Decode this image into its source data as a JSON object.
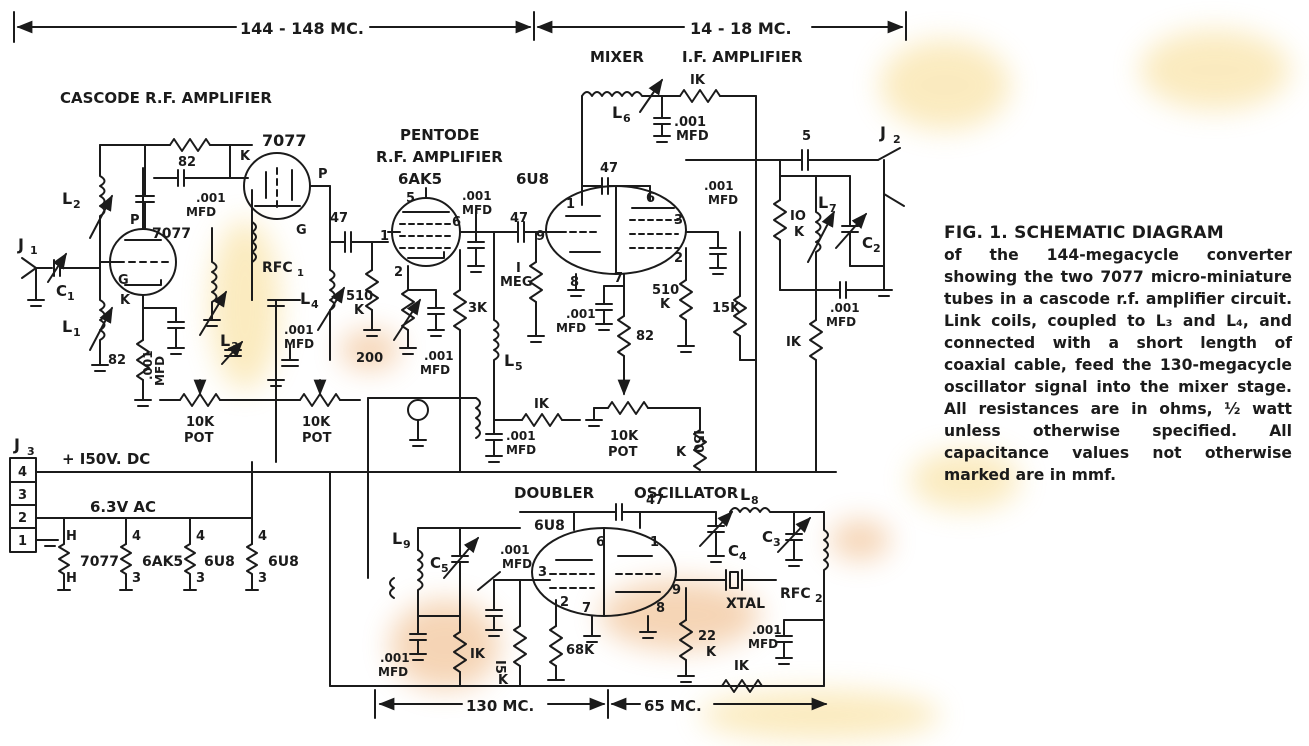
{
  "colors": {
    "ink": "#1b1b1b",
    "stain": "#f3c64a",
    "stain_dark": "#e3862d"
  },
  "bands": {
    "top_left": "144 - 148 MC.",
    "top_right": "14 - 18 MC.",
    "bottom_left": "130 MC.",
    "bottom_right": "65 MC."
  },
  "sections": {
    "cascode": "CASCODE R.F. AMPLIFIER",
    "pentode_1": "PENTODE",
    "pentode_2": "R.F. AMPLIFIER",
    "mixer": "MIXER",
    "if_amp": "I.F. AMPLIFIER",
    "doubler": "DOUBLER",
    "oscillator": "OSCILLATOR"
  },
  "tubes": {
    "t7077_a": "7077",
    "t7077_b": "7077",
    "t6ak5": "6AK5",
    "t6u8_mixer": "6U8",
    "t6u8_osc": "6U8"
  },
  "pins": {
    "p": "P",
    "k": "K",
    "g": "G",
    "p2": "P",
    "k2": "K",
    "g2": "G",
    "ak5_5": "5",
    "ak5_1": "1",
    "ak5_6": "6",
    "ak5_2": "2",
    "u8_1": "1",
    "u8_6": "6",
    "u8_9": "9",
    "u8_3": "3",
    "u8_2": "2",
    "u8_8": "8",
    "u8_7": "7",
    "o_6": "6",
    "o_1": "1",
    "o_3": "3",
    "o_2": "2",
    "o_7": "7",
    "o_8": "8",
    "o_9": "9"
  },
  "components": {
    "j1": "J",
    "j1s": "1",
    "j2": "J",
    "j2s": "2",
    "j3": "J",
    "j3s": "3",
    "c1": "C",
    "c1s": "1",
    "c2": "C",
    "c2s": "2",
    "c3": "C",
    "c3s": "3",
    "c4": "C",
    "c4s": "4",
    "c5": "C",
    "c5s": "5",
    "l1": "L",
    "l1s": "1",
    "l2": "L",
    "l2s": "2",
    "l3": "L",
    "l3s": "3",
    "l4": "L",
    "l4s": "4",
    "l5": "L",
    "l5s": "5",
    "l6": "L",
    "l6s": "6",
    "l7": "L",
    "l7s": "7",
    "l8": "L",
    "l8s": "8",
    "l9": "L",
    "l9s": "9",
    "rfc1": "RFC",
    "rfc1s": "1",
    "rfc2": "RFC",
    "rfc2s": "2",
    "xtal": "XTAL"
  },
  "values": {
    "r82_top": "82",
    "c001_cas_1": ".001",
    "c001_cas_2": "MFD",
    "r82_k": "82",
    "c001_k_1": ".001",
    "c001_k_2": "MFD",
    "pot1_1": "10K",
    "pot1_2": "POT",
    "c001_rfc_1": ".001",
    "c001_rfc_2": "MFD",
    "pot2_1": "10K",
    "pot2_2": "POT",
    "c47_a": "47",
    "r510_1": "510",
    "r510_2": "K",
    "r200": "200",
    "c001_pent_1": ".001",
    "c001_pent_2": "MFD",
    "c001_g2_1": ".001",
    "c001_g2_2": "MFD",
    "r3k": "3K",
    "c47_b": "47",
    "r1meg_1": "I",
    "r1meg_2": "MEG",
    "r1k_l5": "IK",
    "c001_l5_1": ".001",
    "c001_l5_2": "MFD",
    "r1k_mix": "IK",
    "c001_mix_1": ".001",
    "c001_mix_2": "MFD",
    "c47_c": "47",
    "c001_if_1": ".001",
    "c001_if_2": "MFD",
    "c001_k8_1": ".001",
    "c001_k8_2": "MFD",
    "r82_m": "82",
    "r510b_1": "510",
    "r510b_2": "K",
    "r15k": "15K",
    "pot3_1": "10K",
    "pot3_2": "POT",
    "r150_1": "I50",
    "r150_2": "K",
    "c5_out": "5",
    "r10k_1": "IO",
    "r10k_2": "K",
    "c001_out_1": ".001",
    "c001_out_2": "MFD",
    "r1k_out": "IK",
    "c47_osc": "47",
    "c001_d_1": ".001",
    "c001_d_2": "MFD",
    "c001_l9_1": ".001",
    "c001_l9_2": "MFD",
    "r1k_l9": "IK",
    "r15k_b_1": "I5",
    "r15k_b_2": "K",
    "r68k": "68K",
    "r22k_1": "22",
    "r22k_2": "K",
    "c001_x_1": ".001",
    "c001_x_2": "MFD",
    "r1k_bot": "IK"
  },
  "supply": {
    "b150": "+ I50V. DC",
    "ac63": "6.3V AC",
    "h1": "H",
    "h2": "H",
    "n4a": "4",
    "n4b": "4",
    "n4c": "4",
    "n3a": "3",
    "n3b": "3",
    "n3c": "3",
    "f7077": "7077",
    "f6ak5": "6AK5",
    "f6u8a": "6U8",
    "f6u8b": "6U8"
  },
  "terminals": [
    "4",
    "3",
    "2",
    "1"
  ],
  "caption": {
    "title": "FIG. 1. SCHEMATIC DIAGRAM",
    "body": "of the 144-megacycle converter showing the two 7077 micro-miniature tubes in a cascode r.f. amplifier circuit. Link coils, coupled to L₃ and L₄, and connected with a short length of coaxial cable, feed the 130-megacycle oscillator signal into the mixer stage. All resistances are in ohms, ½ watt unless otherwise specified. All capacitance values not otherwise marked are in mmf."
  }
}
